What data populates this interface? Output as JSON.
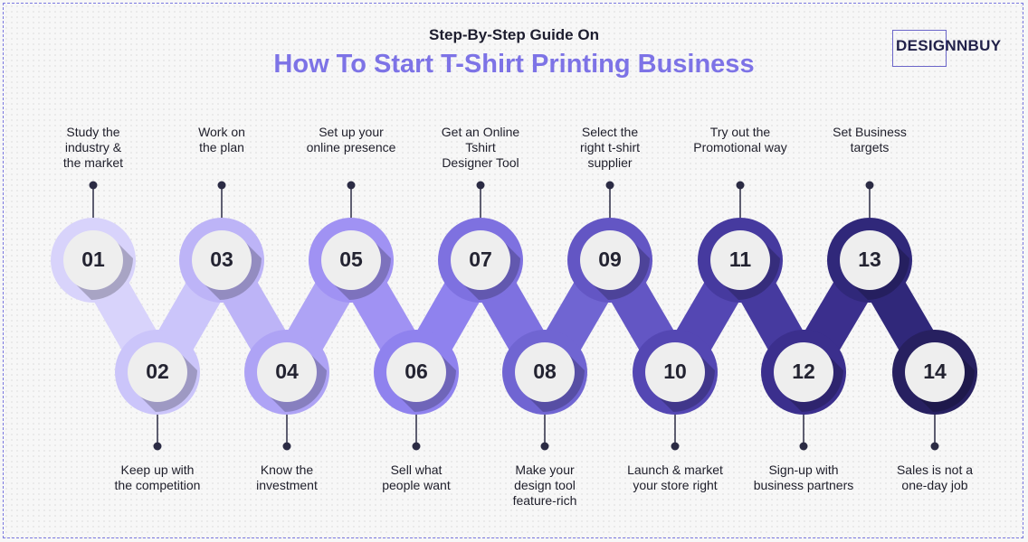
{
  "header": {
    "subtitle": "Step-By-Step Guide On",
    "title": "How To Start T-Shirt Printing Business",
    "logo_text": "DESIGNNBUY"
  },
  "steps": [
    {
      "number": "01",
      "label": "Study the\nindustry &\nthe market",
      "color": "#d8d3fb"
    },
    {
      "number": "02",
      "label": "Keep up with\nthe competition",
      "color": "#cbc5fa"
    },
    {
      "number": "03",
      "label": "Work on\nthe plan",
      "color": "#bdb4f7"
    },
    {
      "number": "04",
      "label": "Know the\ninvestment",
      "color": "#aea3f5"
    },
    {
      "number": "05",
      "label": "Set up your\nonline presence",
      "color": "#a092f3"
    },
    {
      "number": "06",
      "label": "Sell what\npeople want",
      "color": "#8f82ee"
    },
    {
      "number": "07",
      "label": "Get an Online\nTshirt\nDesigner Tool",
      "color": "#7e71e0"
    },
    {
      "number": "08",
      "label": "Make your\ndesign tool\nfeature-rich",
      "color": "#7065d2"
    },
    {
      "number": "09",
      "label": "Select the\nright t-shirt\nsupplier",
      "color": "#6356c4"
    },
    {
      "number": "10",
      "label": "Launch & market\nyour store right",
      "color": "#5447b3"
    },
    {
      "number": "11",
      "label": "Try out the\nPromotional way",
      "color": "#463a9f"
    },
    {
      "number": "12",
      "label": "Sign-up with\nbusiness partners",
      "color": "#3b2f8d"
    },
    {
      "number": "13",
      "label": "Set Business\ntargets",
      "color": "#30287a"
    },
    {
      "number": "14",
      "label": "Sales is not a\none-day job",
      "color": "#272060"
    }
  ]
}
